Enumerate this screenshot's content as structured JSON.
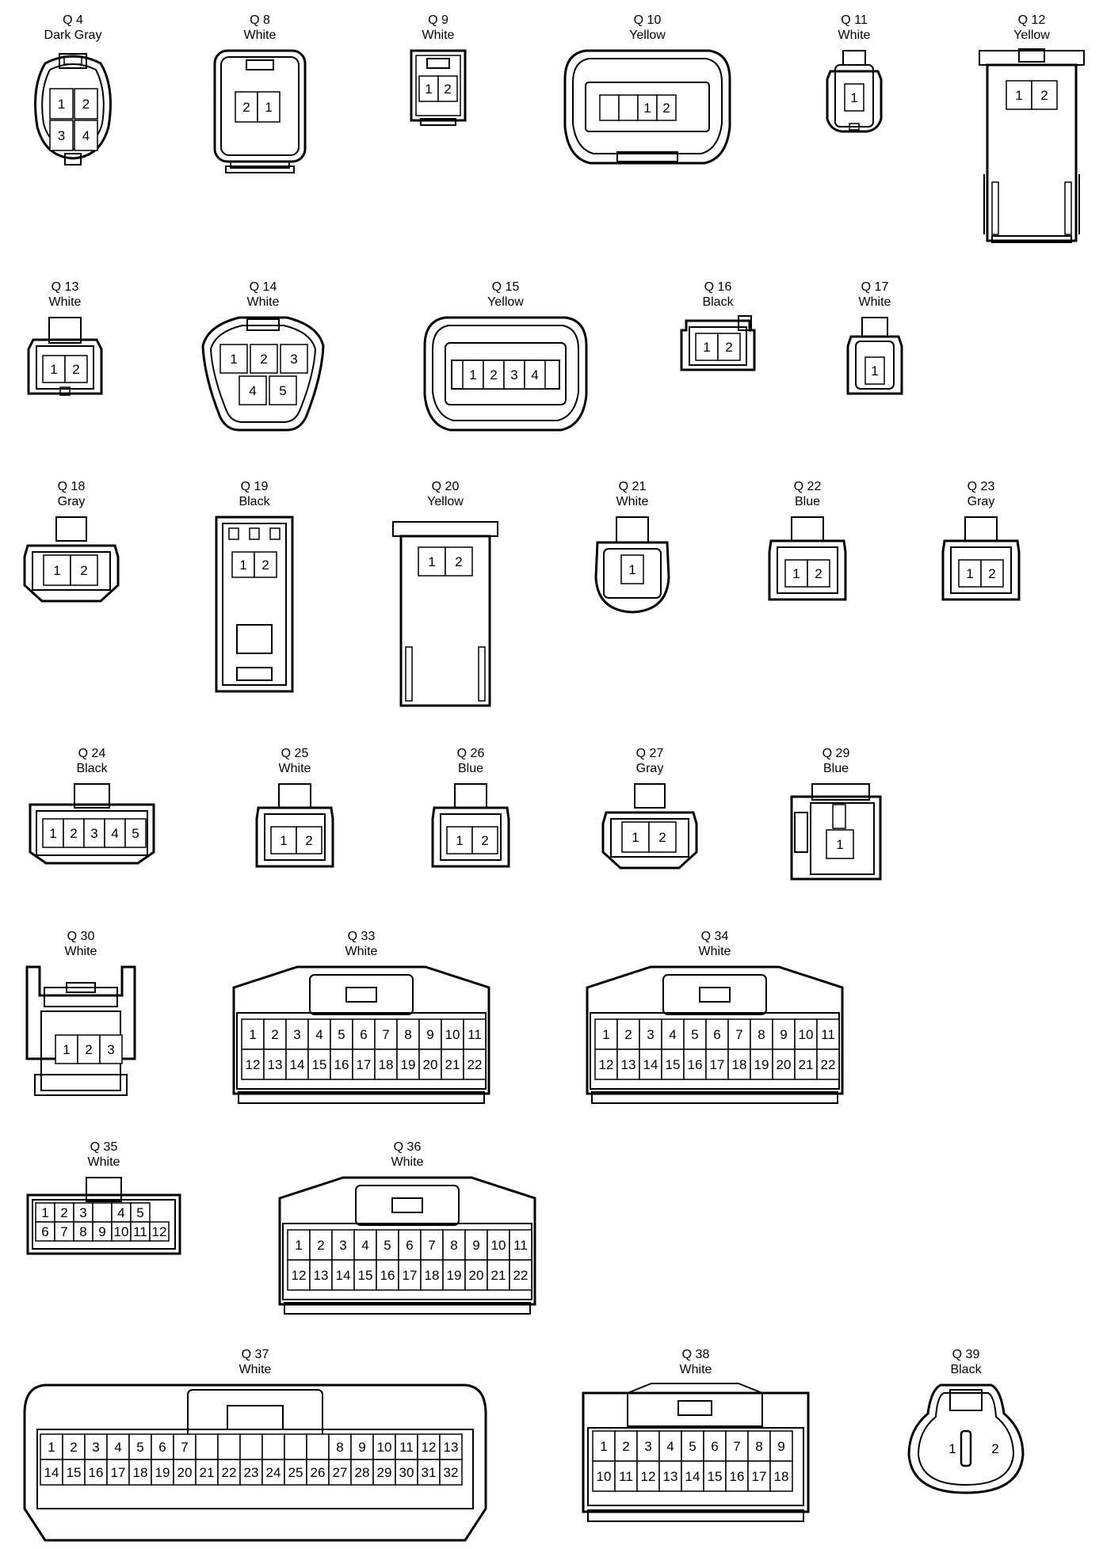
{
  "connectors": [
    {
      "id": "Q 4",
      "color": "Dark Gray",
      "pins": [
        [
          "1",
          "2"
        ],
        [
          "3",
          "4"
        ]
      ]
    },
    {
      "id": "Q 8",
      "color": "White",
      "pins": [
        [
          "2",
          "1"
        ]
      ]
    },
    {
      "id": "Q 9",
      "color": "White",
      "pins": [
        [
          "1",
          "2"
        ]
      ]
    },
    {
      "id": "Q 10",
      "color": "Yellow",
      "pins": [
        [
          "",
          "",
          "1",
          "2"
        ]
      ]
    },
    {
      "id": "Q 11",
      "color": "White",
      "pins": [
        [
          "1"
        ]
      ]
    },
    {
      "id": "Q 12",
      "color": "Yellow",
      "pins": [
        [
          "1",
          "2"
        ]
      ]
    },
    {
      "id": "Q 13",
      "color": "White",
      "pins": [
        [
          "1",
          "2"
        ]
      ]
    },
    {
      "id": "Q 14",
      "color": "White",
      "pins": [
        [
          "1",
          "2",
          "3"
        ],
        [
          "4",
          "5"
        ]
      ]
    },
    {
      "id": "Q 15",
      "color": "Yellow",
      "pins": [
        [
          "1",
          "2",
          "3",
          "4"
        ]
      ]
    },
    {
      "id": "Q 16",
      "color": "Black",
      "pins": [
        [
          "1",
          "2"
        ]
      ]
    },
    {
      "id": "Q 17",
      "color": "White",
      "pins": [
        [
          "1"
        ]
      ]
    },
    {
      "id": "Q 18",
      "color": "Gray",
      "pins": [
        [
          "1",
          "2"
        ]
      ]
    },
    {
      "id": "Q 19",
      "color": "Black",
      "pins": [
        [
          "1",
          "2"
        ]
      ]
    },
    {
      "id": "Q 20",
      "color": "Yellow",
      "pins": [
        [
          "1",
          "2"
        ]
      ]
    },
    {
      "id": "Q 21",
      "color": "White",
      "pins": [
        [
          "1"
        ]
      ]
    },
    {
      "id": "Q 22",
      "color": "Blue",
      "pins": [
        [
          "1",
          "2"
        ]
      ]
    },
    {
      "id": "Q 23",
      "color": "Gray",
      "pins": [
        [
          "1",
          "2"
        ]
      ]
    },
    {
      "id": "Q 24",
      "color": "Black",
      "pins": [
        [
          "1",
          "2",
          "3",
          "4",
          "5"
        ]
      ]
    },
    {
      "id": "Q 25",
      "color": "White",
      "pins": [
        [
          "1",
          "2"
        ]
      ]
    },
    {
      "id": "Q 26",
      "color": "Blue",
      "pins": [
        [
          "1",
          "2"
        ]
      ]
    },
    {
      "id": "Q 27",
      "color": "Gray",
      "pins": [
        [
          "1",
          "2"
        ]
      ]
    },
    {
      "id": "Q 29",
      "color": "Blue",
      "pins": [
        [
          "1"
        ]
      ]
    },
    {
      "id": "Q 30",
      "color": "White",
      "pins": [
        [
          "1",
          "2",
          "3"
        ]
      ]
    },
    {
      "id": "Q 33",
      "color": "White",
      "pins": [
        [
          "1",
          "2",
          "3",
          "4",
          "5",
          "6",
          "7",
          "8",
          "9",
          "10",
          "11"
        ],
        [
          "12",
          "13",
          "14",
          "15",
          "16",
          "17",
          "18",
          "19",
          "20",
          "21",
          "22"
        ]
      ]
    },
    {
      "id": "Q 34",
      "color": "White",
      "pins": [
        [
          "1",
          "2",
          "3",
          "4",
          "5",
          "6",
          "7",
          "8",
          "9",
          "10",
          "11"
        ],
        [
          "12",
          "13",
          "14",
          "15",
          "16",
          "17",
          "18",
          "19",
          "20",
          "21",
          "22"
        ]
      ]
    },
    {
      "id": "Q 35",
      "color": "White",
      "pins": [
        [
          "1",
          "2",
          "3",
          "",
          "4",
          "5"
        ],
        [
          "6",
          "7",
          "8",
          "9",
          "10",
          "11",
          "12"
        ]
      ]
    },
    {
      "id": "Q 36",
      "color": "White",
      "pins": [
        [
          "1",
          "2",
          "3",
          "4",
          "5",
          "6",
          "7",
          "8",
          "9",
          "10",
          "11"
        ],
        [
          "12",
          "13",
          "14",
          "15",
          "16",
          "17",
          "18",
          "19",
          "20",
          "21",
          "22"
        ]
      ]
    },
    {
      "id": "Q 37",
      "color": "White",
      "pins": [
        [
          "1",
          "2",
          "3",
          "4",
          "5",
          "6",
          "7",
          "",
          "",
          "",
          "",
          "",
          "",
          "8",
          "9",
          "10",
          "11",
          "12",
          "13"
        ],
        [
          "14",
          "15",
          "16",
          "17",
          "18",
          "19",
          "20",
          "21",
          "22",
          "23",
          "24",
          "25",
          "26",
          "27",
          "28",
          "29",
          "30",
          "31",
          "32"
        ]
      ]
    },
    {
      "id": "Q 38",
      "color": "White",
      "pins": [
        [
          "1",
          "2",
          "3",
          "4",
          "5",
          "6",
          "7",
          "8",
          "9"
        ],
        [
          "10",
          "11",
          "12",
          "13",
          "14",
          "15",
          "16",
          "17",
          "18"
        ]
      ]
    },
    {
      "id": "Q 39",
      "color": "Black",
      "pins": [
        [
          "1",
          "2"
        ]
      ]
    }
  ]
}
